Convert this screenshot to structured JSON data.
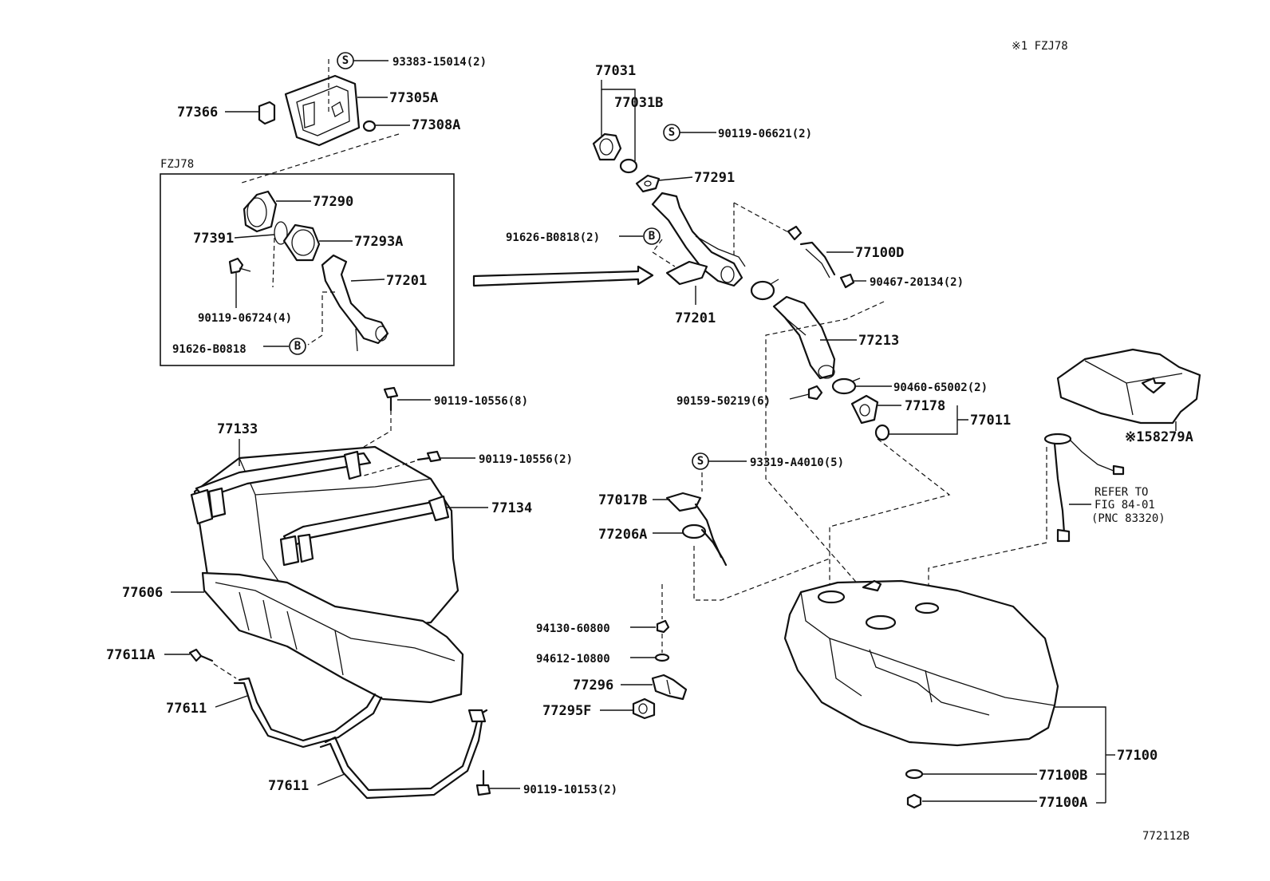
{
  "diagram": {
    "drawing_number": "772112B",
    "variant_note": "※1 FZJ78",
    "inset_title": "FZJ78",
    "refer_note": [
      "REFER TO",
      "FIG 84-01",
      "(PNC 83320)"
    ],
    "symbols": {
      "S": "S",
      "B": "B"
    }
  },
  "labels": {
    "l93383": "93383-15014(2)",
    "l77305A": "77305A",
    "l77366": "77366",
    "l77308A": "77308A",
    "l77290": "77290",
    "l77391": "77391",
    "l77293A": "77293A",
    "l77201_inset": "77201",
    "l90119_06724": "90119-06724(4)",
    "l91626_inset": "91626-B0818",
    "l77031": "77031",
    "l77031B": "77031B",
    "l90119_06621": "90119-06621(2)",
    "l77291": "77291",
    "l91626_main": "91626-B0818(2)",
    "l77100D": "77100D",
    "l90467": "90467-20134(2)",
    "l77201_main": "77201",
    "l77213": "77213",
    "l90460": "90460-65002(2)",
    "l90159": "90159-50219(6)",
    "l77178": "77178",
    "l77011": "77011",
    "l93319": "93319-A4010(5)",
    "l158279A": "※158279A",
    "l77133": "77133",
    "l90119_10556_8": "90119-10556(8)",
    "l90119_10556_2": "90119-10556(2)",
    "l77134": "77134",
    "l77017B": "77017B",
    "l77206A": "77206A",
    "l77606": "77606",
    "l94130": "94130-60800",
    "l94612": "94612-10800",
    "l77611A": "77611A",
    "l77296": "77296",
    "l77611_a": "77611",
    "l77295F": "77295F",
    "l77611_b": "77611",
    "l90119_10153": "90119-10153(2)",
    "l77100": "77100",
    "l77100B": "77100B",
    "l77100A": "77100A"
  }
}
